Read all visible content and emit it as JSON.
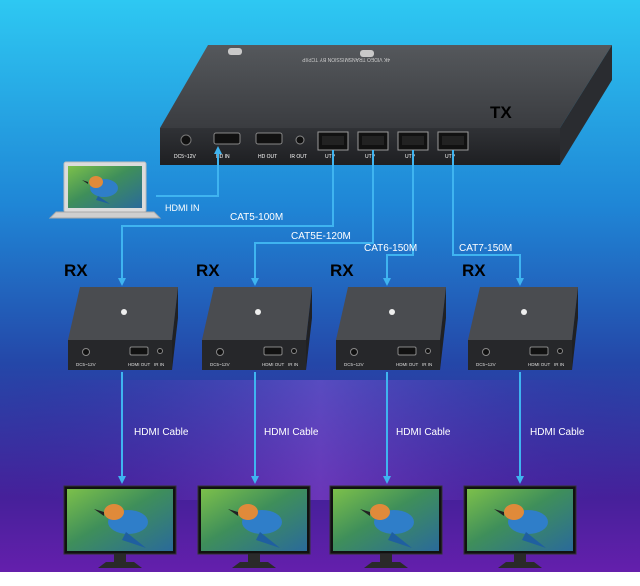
{
  "tx": {
    "label": "TX",
    "top_text": "4K VIDEO TRANSMISSION BY TCP/IP",
    "ports": {
      "dc": "DC5~12V",
      "hd_in": "HD IN",
      "hd_out": "HD OUT",
      "ir_out": "IR OUT",
      "utp": "UTP"
    }
  },
  "laptop_link_label": "HDMI IN",
  "cable_labels": [
    "CAT5-100M",
    "CAT5E-120M",
    "CAT6-150M",
    "CAT7-150M"
  ],
  "receivers": [
    {
      "label": "RX"
    },
    {
      "label": "RX"
    },
    {
      "label": "RX"
    },
    {
      "label": "RX"
    }
  ],
  "rx_ports": {
    "dc": "DC5~12V",
    "hdmi_out": "HDMI OUT",
    "ir_in": "IR IN"
  },
  "hdmi_cable_label": "HDMI Cable",
  "colors": {
    "arrow": "#3fb4f0",
    "device": "#3b3d40",
    "bg_top": "#1fb5ea",
    "bg_mid": "#1f4fae",
    "bg_bottom": "#4a1a98"
  }
}
